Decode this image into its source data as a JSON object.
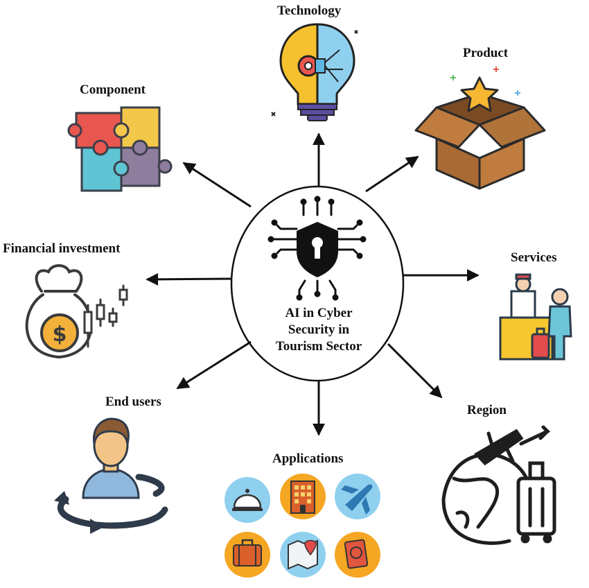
{
  "center": {
    "title_lines": [
      "AI in Cyber",
      "Security in",
      "Tourism Sector"
    ]
  },
  "nodes": {
    "technology": "Technology",
    "product": "Product",
    "component": "Component",
    "financial_investment": "Financial investment",
    "services": "Services",
    "end_users": "End users",
    "region": "Region",
    "applications": "Applications"
  },
  "colors": {
    "arrow": "#111111",
    "ink": "#1f1f1f",
    "bulb_yellow": "#f5c12e",
    "bulb_blue": "#8fd0ef",
    "box_brown": "#b0733a",
    "star": "#f6b733",
    "puzzle_red": "#e8574f",
    "puzzle_yellow": "#f3c74a",
    "puzzle_teal": "#5fc4d3",
    "puzzle_purple": "#8f7d9e",
    "coin_orange": "#f3b13c",
    "person_skin": "#f3c487",
    "person_shirt": "#8fb8dc",
    "person_hair": "#8a5a35",
    "app_circle_blue": "#8fd0ef",
    "app_circle_orange": "#f5a623",
    "services_desk": "#f7c72f",
    "services_bag": "#e24c4c"
  },
  "icons": {
    "center": "cyber-security-shield-keyhole-icon",
    "technology": "lightbulb-circuit-icon",
    "product": "open-box-star-icon",
    "component": "puzzle-pieces-icon",
    "financial_investment": "money-bag-candlestick-icon",
    "services": "hotel-reception-icon",
    "end_users": "user-cycle-icon",
    "region": "globe-airplane-luggage-icon",
    "applications": [
      "service-bell-icon",
      "hotel-building-icon",
      "airplane-icon",
      "suitcase-icon",
      "map-pin-icon",
      "passport-icon"
    ]
  }
}
